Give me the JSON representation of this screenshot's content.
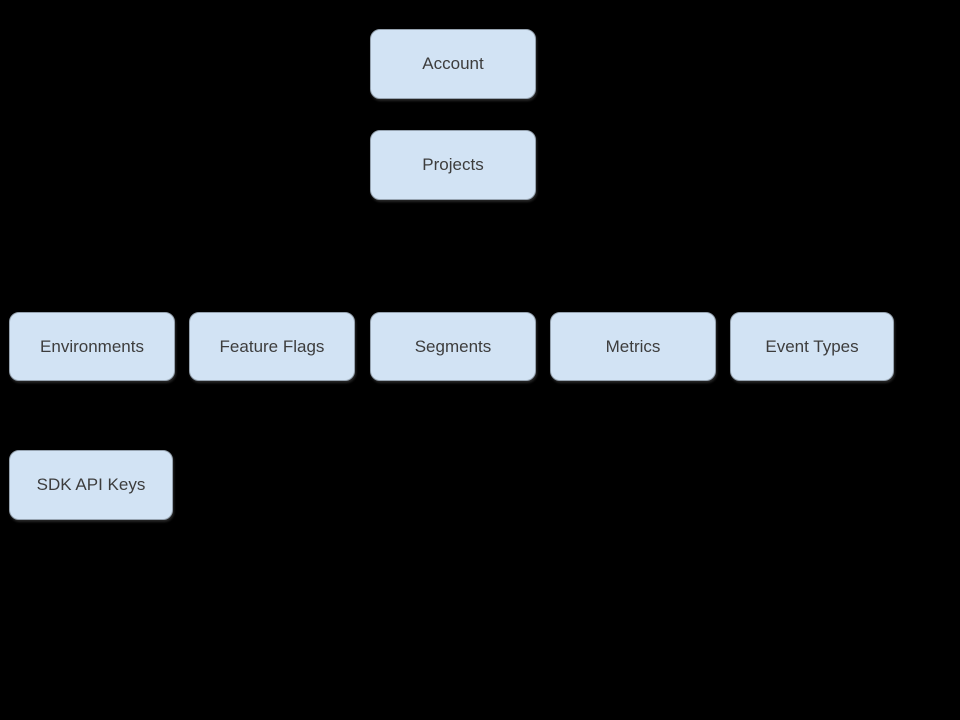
{
  "diagram": {
    "background_color": "#000000",
    "node_fill_color": "#d2e3f4",
    "node_border_color": "#96a3b0",
    "node_text_color": "#3d3d3d",
    "nodes": [
      {
        "id": "account",
        "label": "Account"
      },
      {
        "id": "projects",
        "label": "Projects"
      },
      {
        "id": "environments",
        "label": "Environments"
      },
      {
        "id": "feature-flags",
        "label": "Feature Flags"
      },
      {
        "id": "segments",
        "label": "Segments"
      },
      {
        "id": "metrics",
        "label": "Metrics"
      },
      {
        "id": "event-types",
        "label": "Event Types"
      },
      {
        "id": "sdk-api-keys",
        "label": "SDK API Keys"
      }
    ]
  }
}
